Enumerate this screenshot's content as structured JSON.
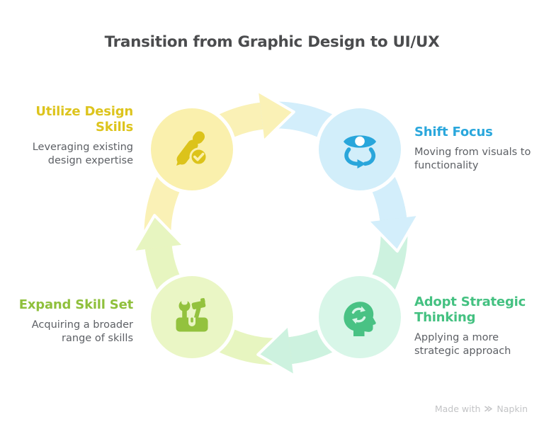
{
  "title": "Transition from Graphic Design to UI/UX",
  "nodes": [
    {
      "id": "utilize-design-skills",
      "title": "Utilize Design\nSkills",
      "description": "Leveraging existing\ndesign expertise",
      "icon": "pen-check-icon",
      "accent": "#dcc31a",
      "title_color": "#ddc41d",
      "circle_bg": "#faf0ad",
      "band": "#faf1b6"
    },
    {
      "id": "shift-focus",
      "title": "Shift Focus",
      "description": "Moving from visuals to\nfunctionality",
      "icon": "eye-refresh-icon",
      "accent": "#29a6db",
      "title_color": "#2aa7dc",
      "circle_bg": "#d2eefa",
      "band": "#d3eefb"
    },
    {
      "id": "adopt-strategic-thinking",
      "title": "Adopt Strategic\nThinking",
      "description": "Applying a more\nstrategic approach",
      "icon": "head-arrows-icon",
      "accent": "#49c284",
      "title_color": "#44c181",
      "circle_bg": "#d8f6e8",
      "band": "#cdf2df"
    },
    {
      "id": "expand-skill-set",
      "title": "Expand Skill Set",
      "description": "Acquiring a broader\nrange of skills",
      "icon": "toolbox-icon",
      "accent": "#93c23e",
      "title_color": "#8fc03c",
      "circle_bg": "#eaf6c5",
      "band": "#e7f5c0"
    }
  ],
  "footer": {
    "made_with": "Made with",
    "brand": "Napkin"
  },
  "footer_text_color": "#c3c4c6"
}
